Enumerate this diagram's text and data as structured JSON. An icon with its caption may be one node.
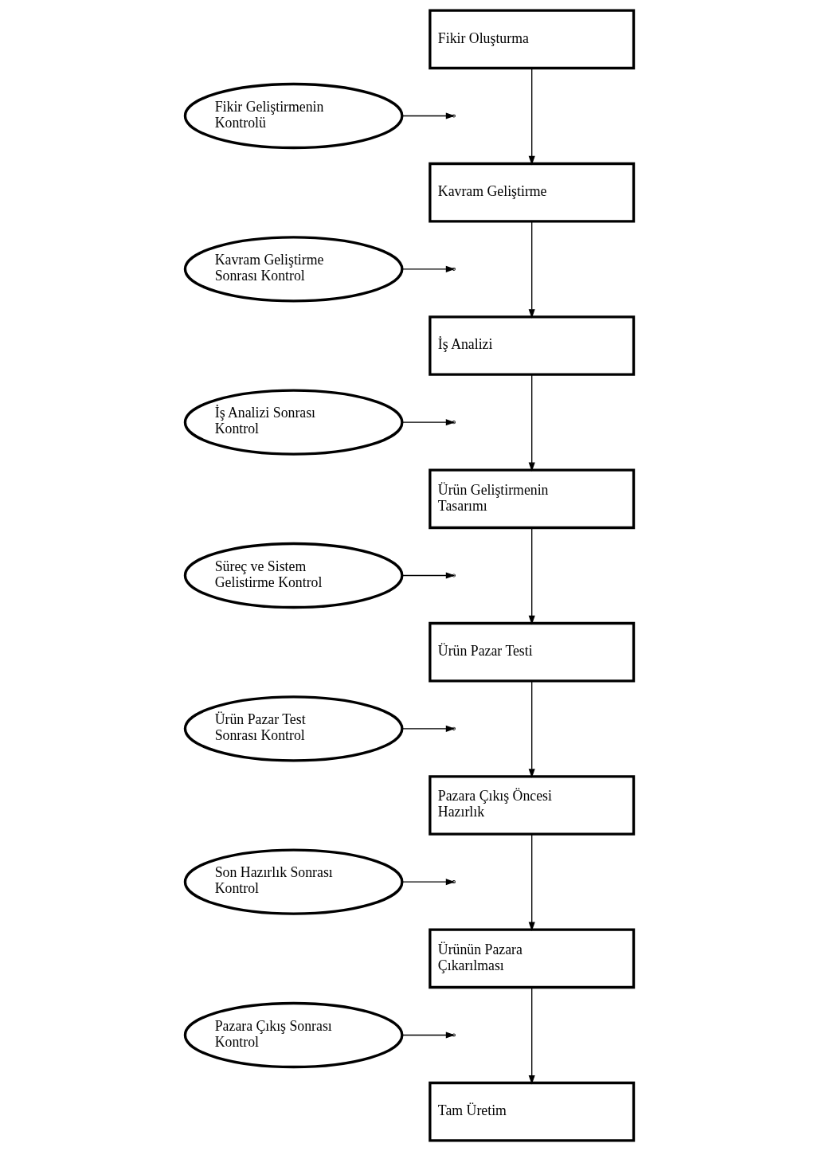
{
  "diagram": {
    "nodes": [
      {
        "text": [
          "Fikir Oluşturma"
        ]
      },
      {
        "text": [
          "Fikir Geliştirmenin Kontrolü"
        ]
      },
      {
        "text": [
          "Kavram Geliştirme"
        ]
      },
      {
        "text": [
          "Kavram Geliştirme Sonrası Kontrol"
        ]
      },
      {
        "text": [
          "İş Analizi"
        ]
      },
      {
        "text": [
          "İş Analizi Sonrası Kontrol"
        ]
      },
      {
        "text": [
          "Ürün Geliştirmenin Tasarımı"
        ]
      },
      {
        "text": [
          "Süreç ve Sistem Gelistirme Kontrol"
        ]
      },
      {
        "text": [
          "Ürün Pazar Testi"
        ]
      },
      {
        "text": [
          "Ürün Pazar Test Sonrası Kontrol"
        ]
      },
      {
        "text": [
          "Pazara Çıkış Öncesi Hazırlık"
        ]
      },
      {
        "text": [
          "Son Hazırlık Sonrası Kontrol"
        ]
      },
      {
        "text": [
          "Ürünün Pazara Çıkarılması"
        ]
      },
      {
        "text": [
          "Pazara Çıkış Sonrası Kontrol"
        ]
      },
      {
        "text": [
          "Tam Üretim"
        ]
      }
    ],
    "edges": [
      {
        "from": 0,
        "to": 2,
        "arrow": "to"
      },
      {
        "from": 1,
        "to": null,
        "arrow": "to"
      },
      {
        "from": 2,
        "to": 4,
        "arrow": "to"
      },
      {
        "from": 3,
        "to": null,
        "arrow": "to"
      },
      {
        "from": 4,
        "to": 6,
        "arrow": "to"
      },
      {
        "from": 5,
        "to": null,
        "arrow": "to"
      },
      {
        "from": 6,
        "to": 8,
        "arrow": "to"
      },
      {
        "from": 7,
        "to": null,
        "arrow": "to"
      },
      {
        "from": 8,
        "to": 10,
        "arrow": "to"
      },
      {
        "from": 9,
        "to": null,
        "arrow": "to"
      },
      {
        "from": 10,
        "to": 12,
        "arrow": "to"
      },
      {
        "from": 11,
        "to": null,
        "arrow": "to"
      },
      {
        "from": 12,
        "to": 14,
        "arrow": "to"
      },
      {
        "from": 13,
        "to": null,
        "arrow": "to"
      }
    ]
  }
}
